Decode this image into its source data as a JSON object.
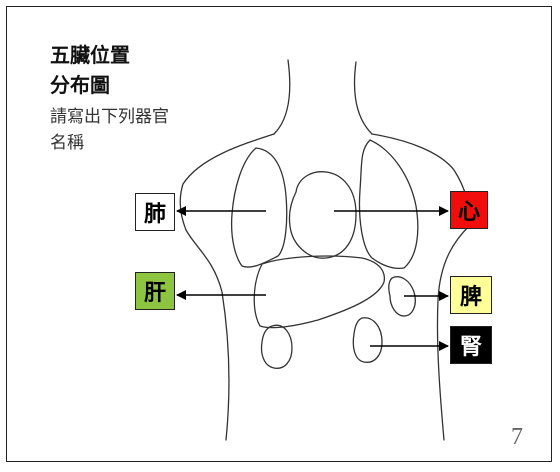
{
  "title": {
    "line1": "五臟位置",
    "line2": "分布圖"
  },
  "instruction": {
    "line1": "請寫出下列器官",
    "line2": "名稱"
  },
  "labels": {
    "lung": {
      "text": "肺",
      "bg": "#ffffff",
      "color": "#000000"
    },
    "liver": {
      "text": "肝",
      "bg": "#8dc540",
      "color": "#000000"
    },
    "heart": {
      "text": "心",
      "bg": "#f20d0d",
      "color": "#000000"
    },
    "spleen": {
      "text": "脾",
      "bg": "#ffff99",
      "color": "#000000"
    },
    "kidney": {
      "text": "腎",
      "bg": "#000000",
      "color": "#ffffff"
    }
  },
  "page_number": "7"
}
